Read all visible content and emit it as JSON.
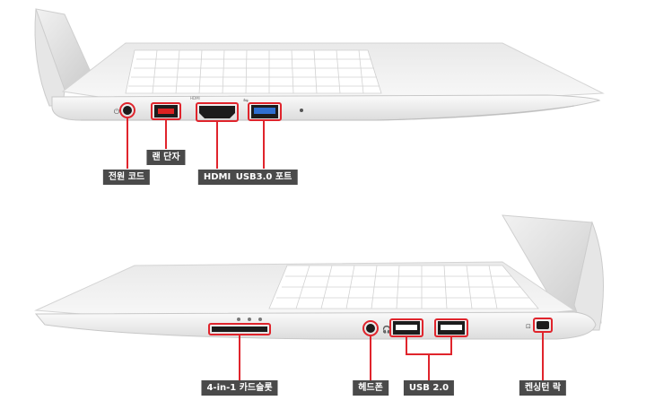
{
  "callouts_top": {
    "power": "전원 코드",
    "lan": "랜 단자",
    "hdmi": "HDMI",
    "usb3": "USB3.0 포트"
  },
  "callouts_bottom": {
    "card": "4-in-1 카드슬롯",
    "headphone": "헤드폰",
    "usb2": "USB 2.0",
    "lock": "켄싱턴 락"
  },
  "port_marks": {
    "hdmi_text": "HDMI"
  },
  "colors": {
    "callout_line": "#e0242c",
    "label_bg": "#4a4a4a",
    "usb3_blue": "#2f6fd1"
  }
}
